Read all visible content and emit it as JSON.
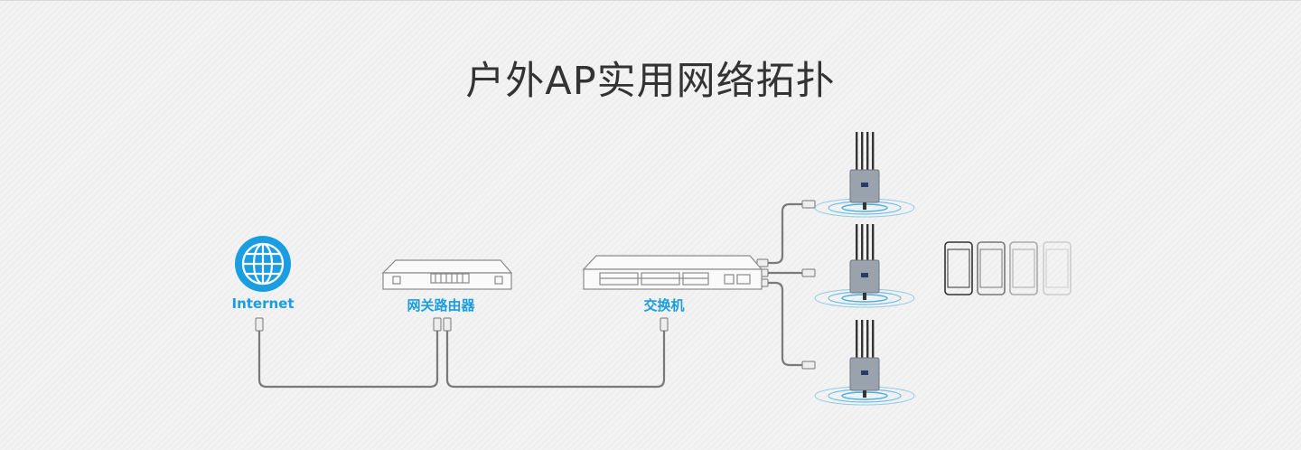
{
  "title": "户外AP实用网络拓扑",
  "nodes": {
    "internet": {
      "label": "Internet"
    },
    "gateway_router": {
      "label": "网关路由器"
    },
    "switch": {
      "label": "交换机"
    }
  },
  "colors": {
    "accent": "#1a9de1",
    "cable": "#7a7a7a",
    "device_outline": "#8a8a8a",
    "ap_body": "#9aa3ab"
  },
  "icons": [
    "globe-icon",
    "router-icon",
    "switch-icon",
    "access-point-icon",
    "smartphone-icon",
    "ethernet-connector-icon"
  ]
}
